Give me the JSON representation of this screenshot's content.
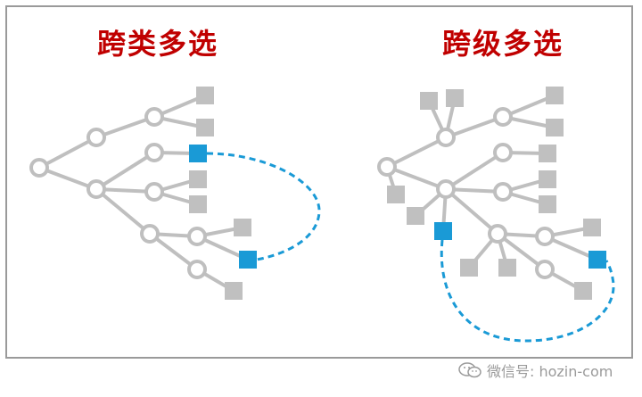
{
  "titles": {
    "left": "跨类多选",
    "right": "跨级多选"
  },
  "watermark": {
    "text": "微信号: hozin-com",
    "icon": "wechat-icon"
  },
  "colors": {
    "tree": "#bfbfbf",
    "selected": "#1a9ad6",
    "title": "#c00000",
    "frame": "#9a9a9a"
  }
}
